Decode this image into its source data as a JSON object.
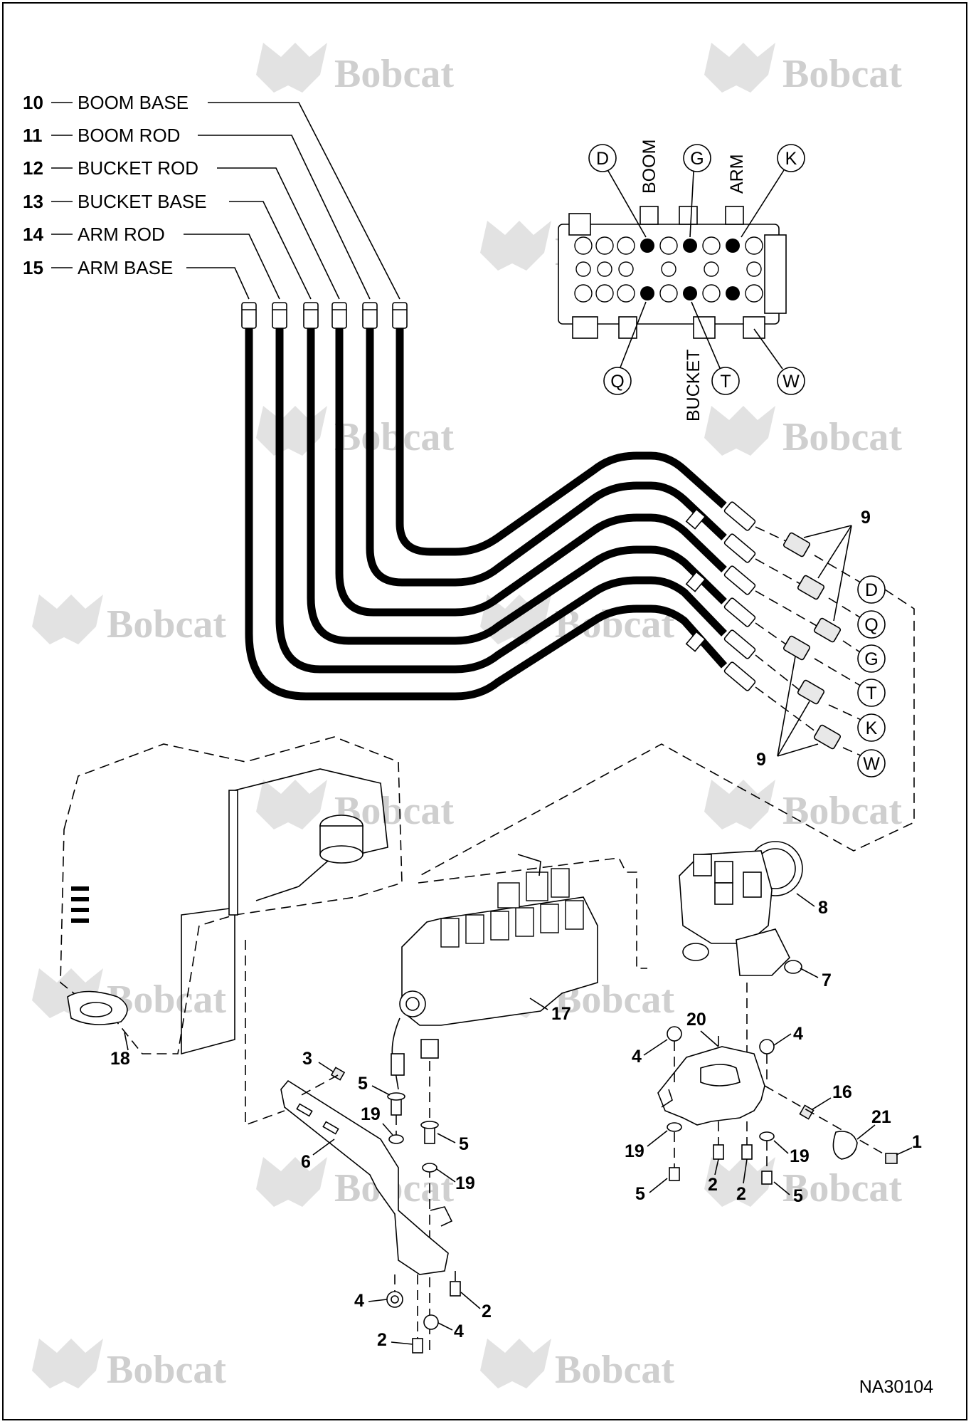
{
  "hose_labels": [
    {
      "num": "10",
      "text": "BOOM BASE"
    },
    {
      "num": "11",
      "text": "BOOM ROD"
    },
    {
      "num": "12",
      "text": "BUCKET ROD"
    },
    {
      "num": "13",
      "text": "BUCKET BASE"
    },
    {
      "num": "14",
      "text": "ARM ROD"
    },
    {
      "num": "15",
      "text": "ARM BASE"
    }
  ],
  "valve_labels": {
    "boom": "BOOM",
    "arm": "ARM",
    "bucket": "BUCKET"
  },
  "valve_ports_top": [
    "D",
    "G",
    "K"
  ],
  "valve_ports_bottom": [
    "Q",
    "T",
    "W"
  ],
  "fitting_ports": [
    "D",
    "Q",
    "G",
    "T",
    "K",
    "W"
  ],
  "part_numbers": {
    "fitting_top": "9",
    "fitting_bottom": "9",
    "valve_8": "8",
    "valve_7": "7",
    "valve_17": "17",
    "frame_18": "18",
    "bracket_20": "20",
    "nut_4_a": "4",
    "nut_4_b": "4",
    "clamp_16": "16",
    "clamp_21": "21",
    "bolt_1": "1",
    "washer_19_a": "19",
    "washer_19_b": "19",
    "bolt_5_a": "5",
    "bolt_2_a": "2",
    "bolt_2_b": "2",
    "bolt_5_b": "5",
    "bolt_3": "3",
    "bolt_5_c": "5",
    "washer_19_c": "19",
    "bolt_5_d": "5",
    "bracket_6": "6",
    "washer_19_d": "19",
    "nut_4_c": "4",
    "bolt_2_c": "2",
    "nut_4_d": "4",
    "bolt_2_d": "2"
  },
  "watermark": "Bobcat",
  "drawing_id": "NA30104"
}
